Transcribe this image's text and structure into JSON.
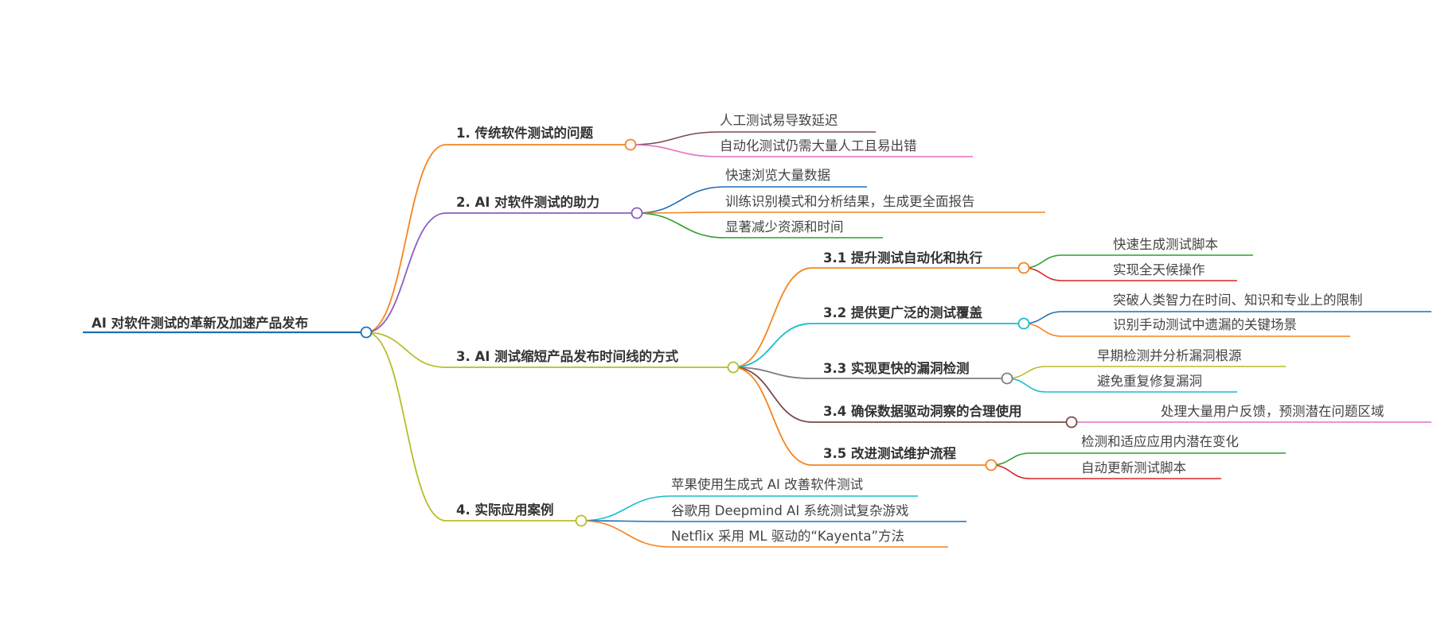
{
  "mindmap": {
    "root": {
      "label": "AI 对软件测试的革新及加速产品发布",
      "color": "#1f6fb5"
    },
    "branches": [
      {
        "label": "1. 传统软件测试的问题",
        "color": "#f5841f",
        "leaves": [
          {
            "label": "人工测试易导致延迟",
            "color": "#7a4a4a"
          },
          {
            "label": "自动化测试仍需大量人工且易出错",
            "color": "#e36fc6"
          }
        ]
      },
      {
        "label": "2. AI 对软件测试的助力",
        "color": "#8b5fc0",
        "leaves": [
          {
            "label": "快速浏览大量数据",
            "color": "#1f6fb5"
          },
          {
            "label": "训练识别模式和分析结果，生成更全面报告",
            "color": "#f5841f"
          },
          {
            "label": "显著减少资源和时间",
            "color": "#2ca02c"
          }
        ]
      },
      {
        "label": "3. AI 测试缩短产品发布时间线的方式",
        "color": "#b5bd2a",
        "subbranches": [
          {
            "label": "3.1 提升测试自动化和执行",
            "color": "#f5841f",
            "leaves": [
              {
                "label": "快速生成测试脚本",
                "color": "#2ca02c"
              },
              {
                "label": "实现全天候操作",
                "color": "#d62728"
              }
            ]
          },
          {
            "label": "3.2 提供更广泛的测试覆盖",
            "color": "#17becf",
            "leaves": [
              {
                "label": "突破人类智力在时间、知识和专业上的限制",
                "color": "#1f6fb5"
              },
              {
                "label": "识别手动测试中遗漏的关键场景",
                "color": "#f5841f"
              }
            ]
          },
          {
            "label": "3.3 实现更快的漏洞检测",
            "color": "#7f7f7f",
            "leaves": [
              {
                "label": "早期检测并分析漏洞根源",
                "color": "#b5bd2a"
              },
              {
                "label": "避免重复修复漏洞",
                "color": "#17becf"
              }
            ]
          },
          {
            "label": "3.4 确保数据驱动洞察的合理使用",
            "color": "#7a4a4a",
            "leaves": [
              {
                "label": "处理大量用户反馈，预测潜在问题区域",
                "color": "#e36fc6"
              }
            ]
          },
          {
            "label": "3.5 改进测试维护流程",
            "color": "#f5841f",
            "leaves": [
              {
                "label": "检测和适应应用内潜在变化",
                "color": "#2ca02c"
              },
              {
                "label": "自动更新测试脚本",
                "color": "#d62728"
              }
            ]
          }
        ]
      },
      {
        "label": "4. 实际应用案例",
        "color": "#b5bd2a",
        "leaves": [
          {
            "label": "苹果使用生成式 AI 改善软件测试",
            "color": "#17becf"
          },
          {
            "label": "谷歌用 Deepmind AI 系统测试复杂游戏",
            "color": "#1f6fb5"
          },
          {
            "label": "Netflix 采用 ML 驱动的“Kayenta”方法",
            "color": "#f5841f"
          }
        ]
      }
    ]
  }
}
